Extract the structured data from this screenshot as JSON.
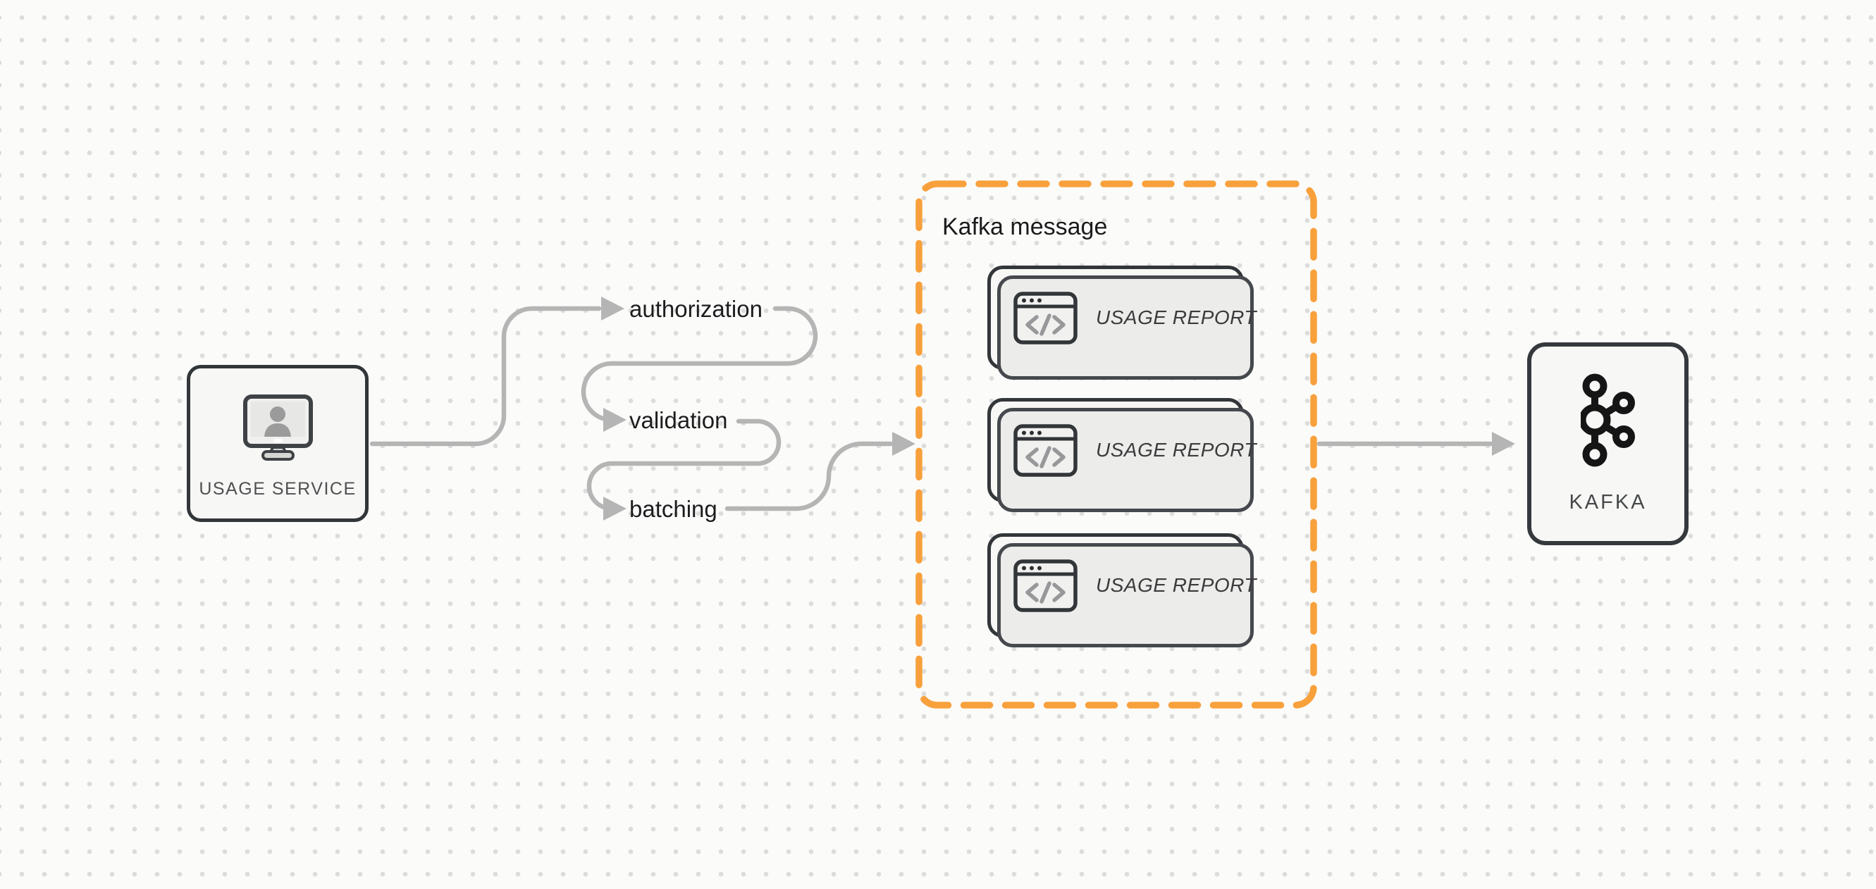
{
  "diagram": {
    "title": "Kafka usage reporting flow",
    "background": {
      "base_color": "#fbfbf9",
      "dot_color": "#dcdcdc",
      "dot_grid": "32px"
    },
    "colors": {
      "node_border": "#323639",
      "node_fill": "#f7f7f5",
      "connector_gray": "#b5b5b5",
      "group_dash_orange": "#f8a13c",
      "text_dark": "#1d1d1f",
      "text_muted": "#4f5052",
      "kafka_icon_black": "#151515"
    },
    "nodes": {
      "usage_service": {
        "label": "USAGE SERVICE",
        "icon": "monitor-user-icon"
      },
      "kafka": {
        "label": "KAFKA",
        "icon": "kafka-logo-icon"
      }
    },
    "group": {
      "label": "Kafka message",
      "reports": [
        {
          "label": "USAGE REPORT",
          "icon": "code-window-icon"
        },
        {
          "label": "USAGE REPORT",
          "icon": "code-window-icon"
        },
        {
          "label": "USAGE REPORT",
          "icon": "code-window-icon"
        }
      ]
    },
    "steps": [
      {
        "label": "authorization"
      },
      {
        "label": "validation"
      },
      {
        "label": "batching"
      }
    ]
  }
}
